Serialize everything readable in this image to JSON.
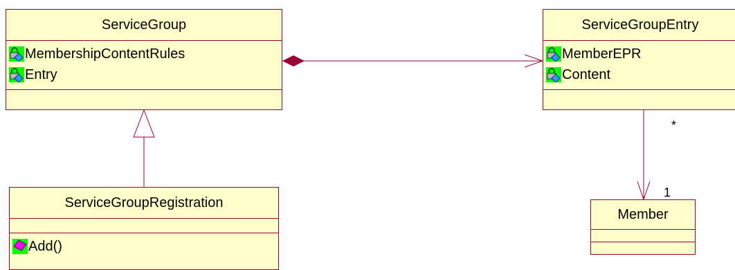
{
  "classes": {
    "service_group": {
      "name": "ServiceGroup",
      "attributes": [
        "MembershipContentRules",
        "Entry"
      ],
      "operations": []
    },
    "service_group_entry": {
      "name": "ServiceGroupEntry",
      "attributes": [
        "MemberEPR",
        "Content"
      ],
      "operations": []
    },
    "service_group_registration": {
      "name": "ServiceGroupRegistration",
      "attributes": [],
      "operations": [
        "Add()"
      ]
    },
    "member": {
      "name": "Member",
      "attributes": [],
      "operations": []
    }
  },
  "relationships": [
    {
      "type": "composition",
      "from": "ServiceGroup",
      "to": "ServiceGroupEntry"
    },
    {
      "type": "generalization",
      "from": "ServiceGroupRegistration",
      "to": "ServiceGroup"
    },
    {
      "type": "association",
      "from": "ServiceGroupEntry",
      "to": "Member",
      "from_multiplicity": "*",
      "to_multiplicity": "1"
    }
  ],
  "multiplicities": {
    "entry_end": "*",
    "member_end": "1"
  },
  "colors": {
    "class_fill": "#ffffcc",
    "border": "#990033",
    "attribute_icon_bg": "#00ff00",
    "operation_icon_accent": "#ff00ff"
  },
  "icons": {
    "attribute": "locked-attribute-icon",
    "operation": "operation-icon"
  }
}
